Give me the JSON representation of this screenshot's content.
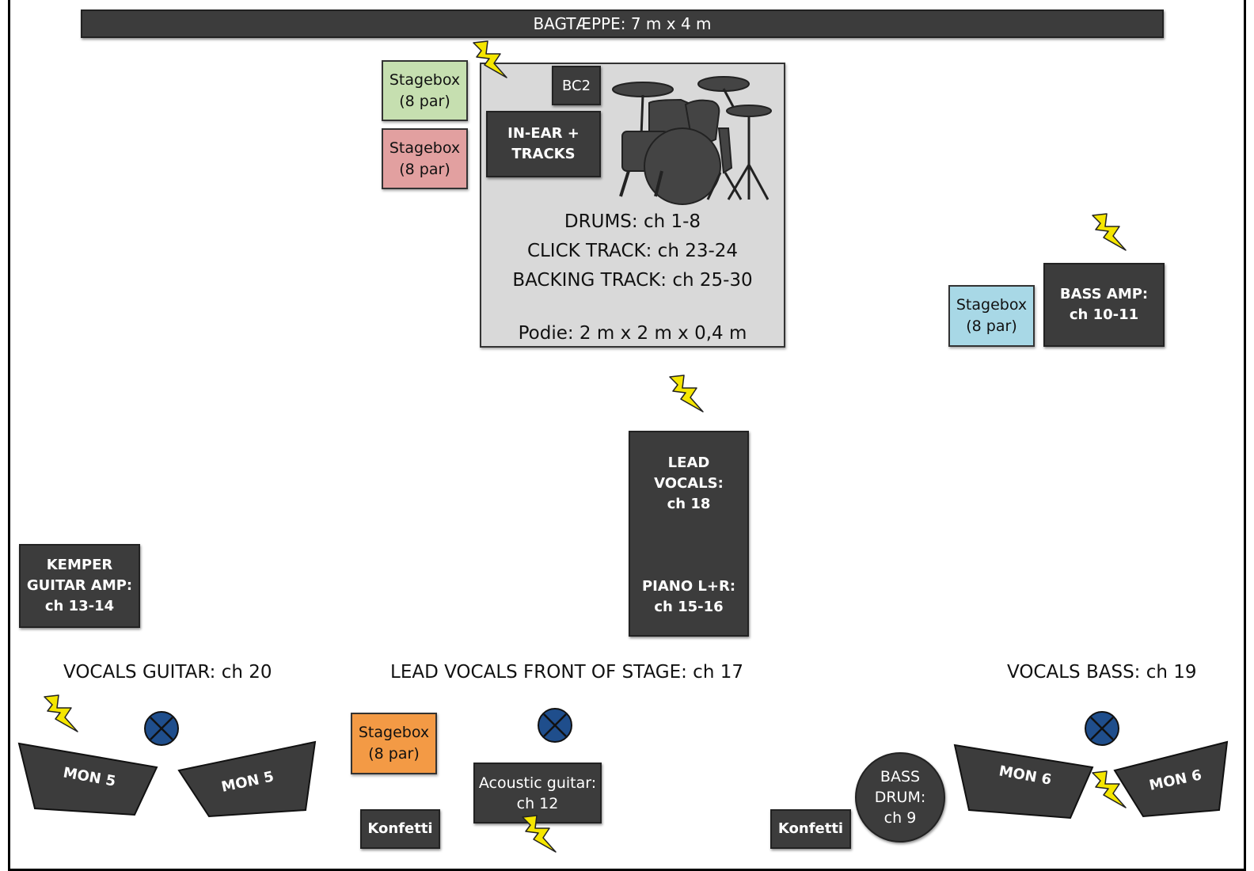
{
  "backdrop": {
    "label": "BAGTÆPPE: 7 m x 4 m"
  },
  "stageboxes": {
    "green": {
      "line1": "Stagebox",
      "line2": "(8 par)",
      "color": "#c6dfb0"
    },
    "red": {
      "line1": "Stagebox",
      "line2": "(8 par)",
      "color": "#e2a0a0"
    },
    "blue": {
      "line1": "Stagebox",
      "line2": "(8 par)",
      "color": "#a8d8e6"
    },
    "orange": {
      "line1": "Stagebox",
      "line2": "(8 par)",
      "color": "#f39a45"
    }
  },
  "riser": {
    "bc2": "BC2",
    "inear_line1": "IN-EAR +",
    "inear_line2": "TRACKS",
    "drums": "DRUMS: ch 1-8",
    "click": "CLICK TRACK: ch 23-24",
    "backing": "BACKING TRACK: ch 25-30",
    "podie": "Podie: 2 m x 2 m x 0,4 m",
    "icon": "drum-kit-icon"
  },
  "bass_amp": {
    "line1": "BASS AMP:",
    "line2": "ch 10-11"
  },
  "lead_vocals": {
    "line1": "LEAD",
    "line2": "VOCALS:",
    "line3": "ch 18",
    "piano1": "PIANO L+R:",
    "piano2": "ch 15-16"
  },
  "kemper": {
    "line1": "KEMPER",
    "line2": "GUITAR AMP:",
    "line3": "ch 13-14"
  },
  "labels": {
    "vocals_guitar": "VOCALS GUITAR: ch 20",
    "lead_front": "LEAD VOCALS FRONT OF STAGE: ch 17",
    "vocals_bass": "VOCALS BASS: ch 19"
  },
  "monitors": {
    "mon5": "MON 5",
    "mon6": "MON 6"
  },
  "acoustic": {
    "line1": "Acoustic guitar:",
    "line2": "ch 12"
  },
  "konfetti": "Konfetti",
  "bass_drum": {
    "line1": "BASS",
    "line2": "DRUM:",
    "line3": "ch 9"
  },
  "colors": {
    "box": "#3c3c3c",
    "riser": "#d9d9d9",
    "bolt": "#f5e600",
    "mic": "#1f4e8c"
  }
}
